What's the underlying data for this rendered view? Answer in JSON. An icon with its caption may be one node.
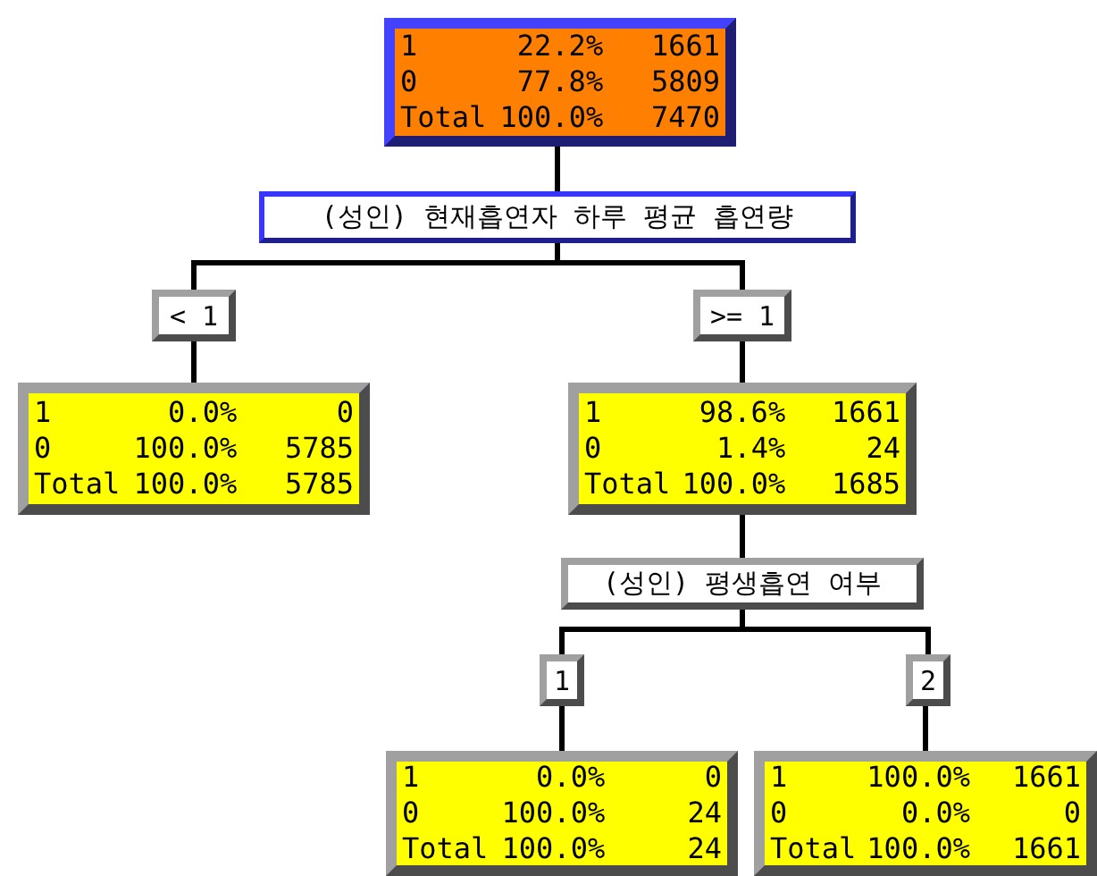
{
  "diagram": {
    "nodes": [
      {
        "text": [
          "1",
          "22.2%",
          "1661",
          "0",
          "77.8%",
          "5809",
          "Total",
          "100.0%",
          "7470"
        ]
      },
      {
        "text": [
          "(성인) 현재흡연자 하루 평균 흡연량"
        ]
      },
      {
        "text": [
          "< 1"
        ]
      },
      {
        "text": [
          ">= 1"
        ]
      },
      {
        "text": [
          "1",
          "0.0%",
          "0",
          "0",
          "100.0%",
          "5785",
          "Total",
          "100.0%",
          "5785"
        ]
      },
      {
        "text": [
          "1",
          "98.6%",
          "1661",
          "0",
          "1.4%",
          "24",
          "Total",
          "100.0%",
          "1685"
        ]
      },
      {
        "text": [
          "(성인) 평생흡연 여부"
        ]
      },
      {
        "text": [
          "1"
        ]
      },
      {
        "text": [
          "2"
        ]
      },
      {
        "text": [
          "1",
          "0.0%",
          "0",
          "0",
          "100.0%",
          "24",
          "Total",
          "100.0%",
          "24"
        ]
      },
      {
        "text": [
          "1",
          "100.0%",
          "1661",
          "0",
          "0.0%",
          "0",
          "Total",
          "100.0%",
          "1661"
        ]
      }
    ],
    "edges": [
      {
        "from": 0,
        "to": 1,
        "arrow": "none"
      },
      {
        "from": 1,
        "to": 2,
        "arrow": "none"
      },
      {
        "from": 1,
        "to": 3,
        "arrow": "none"
      },
      {
        "from": 2,
        "to": 4,
        "arrow": "none"
      },
      {
        "from": 3,
        "to": 5,
        "arrow": "none"
      },
      {
        "from": 5,
        "to": 6,
        "arrow": "none"
      },
      {
        "from": 6,
        "to": 7,
        "arrow": "none"
      },
      {
        "from": 6,
        "to": 8,
        "arrow": "none"
      },
      {
        "from": 7,
        "to": 9,
        "arrow": "none"
      },
      {
        "from": 8,
        "to": 10,
        "arrow": "none"
      }
    ]
  }
}
